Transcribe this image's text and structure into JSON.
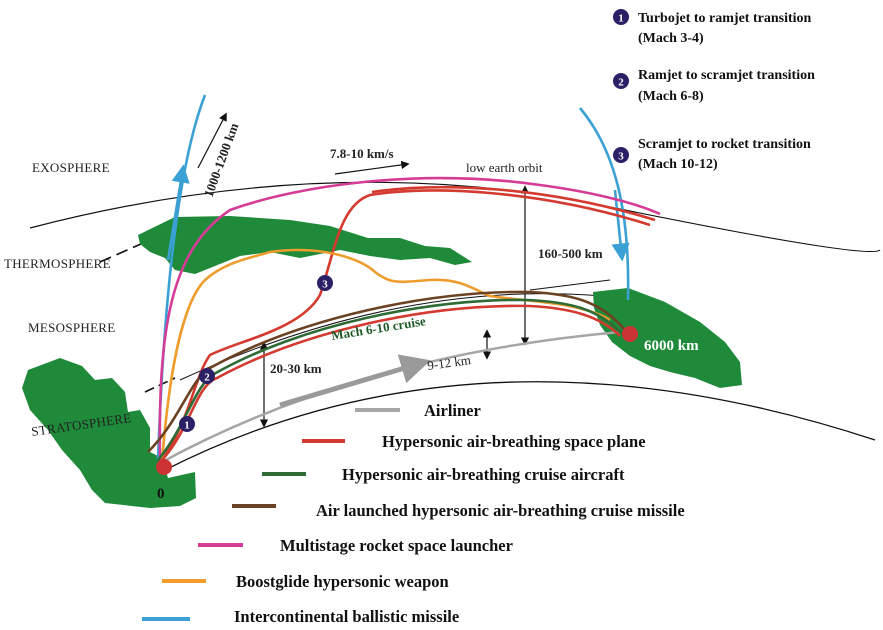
{
  "atmosphere": {
    "exosphere": "EXOSPHERE",
    "thermosphere": "THERMOSPHERE",
    "mesosphere": "MESOSPHERE",
    "stratosphere": "STRATOSPHERE"
  },
  "annotations": {
    "icbm_altitude": "1000-1200 km",
    "orbital_speed": "7.8-10 km/s",
    "leo": "low earth orbit",
    "leo_altitude": "160-500 km",
    "cruise": "Mach 6-10 cruise",
    "cruise_altitude": "20-30 km",
    "airliner_altitude": "9-12 km",
    "range": "6000 km",
    "origin": "0"
  },
  "transitions": [
    {
      "num": "1",
      "line1": "Turbojet to ramjet transition",
      "line2": "(Mach 3-4)"
    },
    {
      "num": "2",
      "line1": "Ramjet to scramjet transition",
      "line2": "(Mach 6-8)"
    },
    {
      "num": "3",
      "line1": "Scramjet to rocket transition",
      "line2": "(Mach 10-12)"
    }
  ],
  "legend": [
    {
      "label": "Airliner",
      "color": "#a6a6a6"
    },
    {
      "label": "Hypersonic air-breathing space plane",
      "color": "#d43a2f"
    },
    {
      "label": "Hypersonic air-breathing cruise aircraft",
      "color": "#2e6b35"
    },
    {
      "label": "Air launched hypersonic air-breathing cruise missile",
      "color": "#6b4324"
    },
    {
      "label": "Multistage rocket space launcher",
      "color": "#d63c96"
    },
    {
      "label": "Boostglide hypersonic weapon",
      "color": "#ee9c2c"
    },
    {
      "label": "Intercontinental ballistic missile",
      "color": "#3ba1d4"
    }
  ],
  "colors": {
    "land": "#1e8a3a",
    "marker": "#cc3333",
    "circle": "#2b2066"
  }
}
